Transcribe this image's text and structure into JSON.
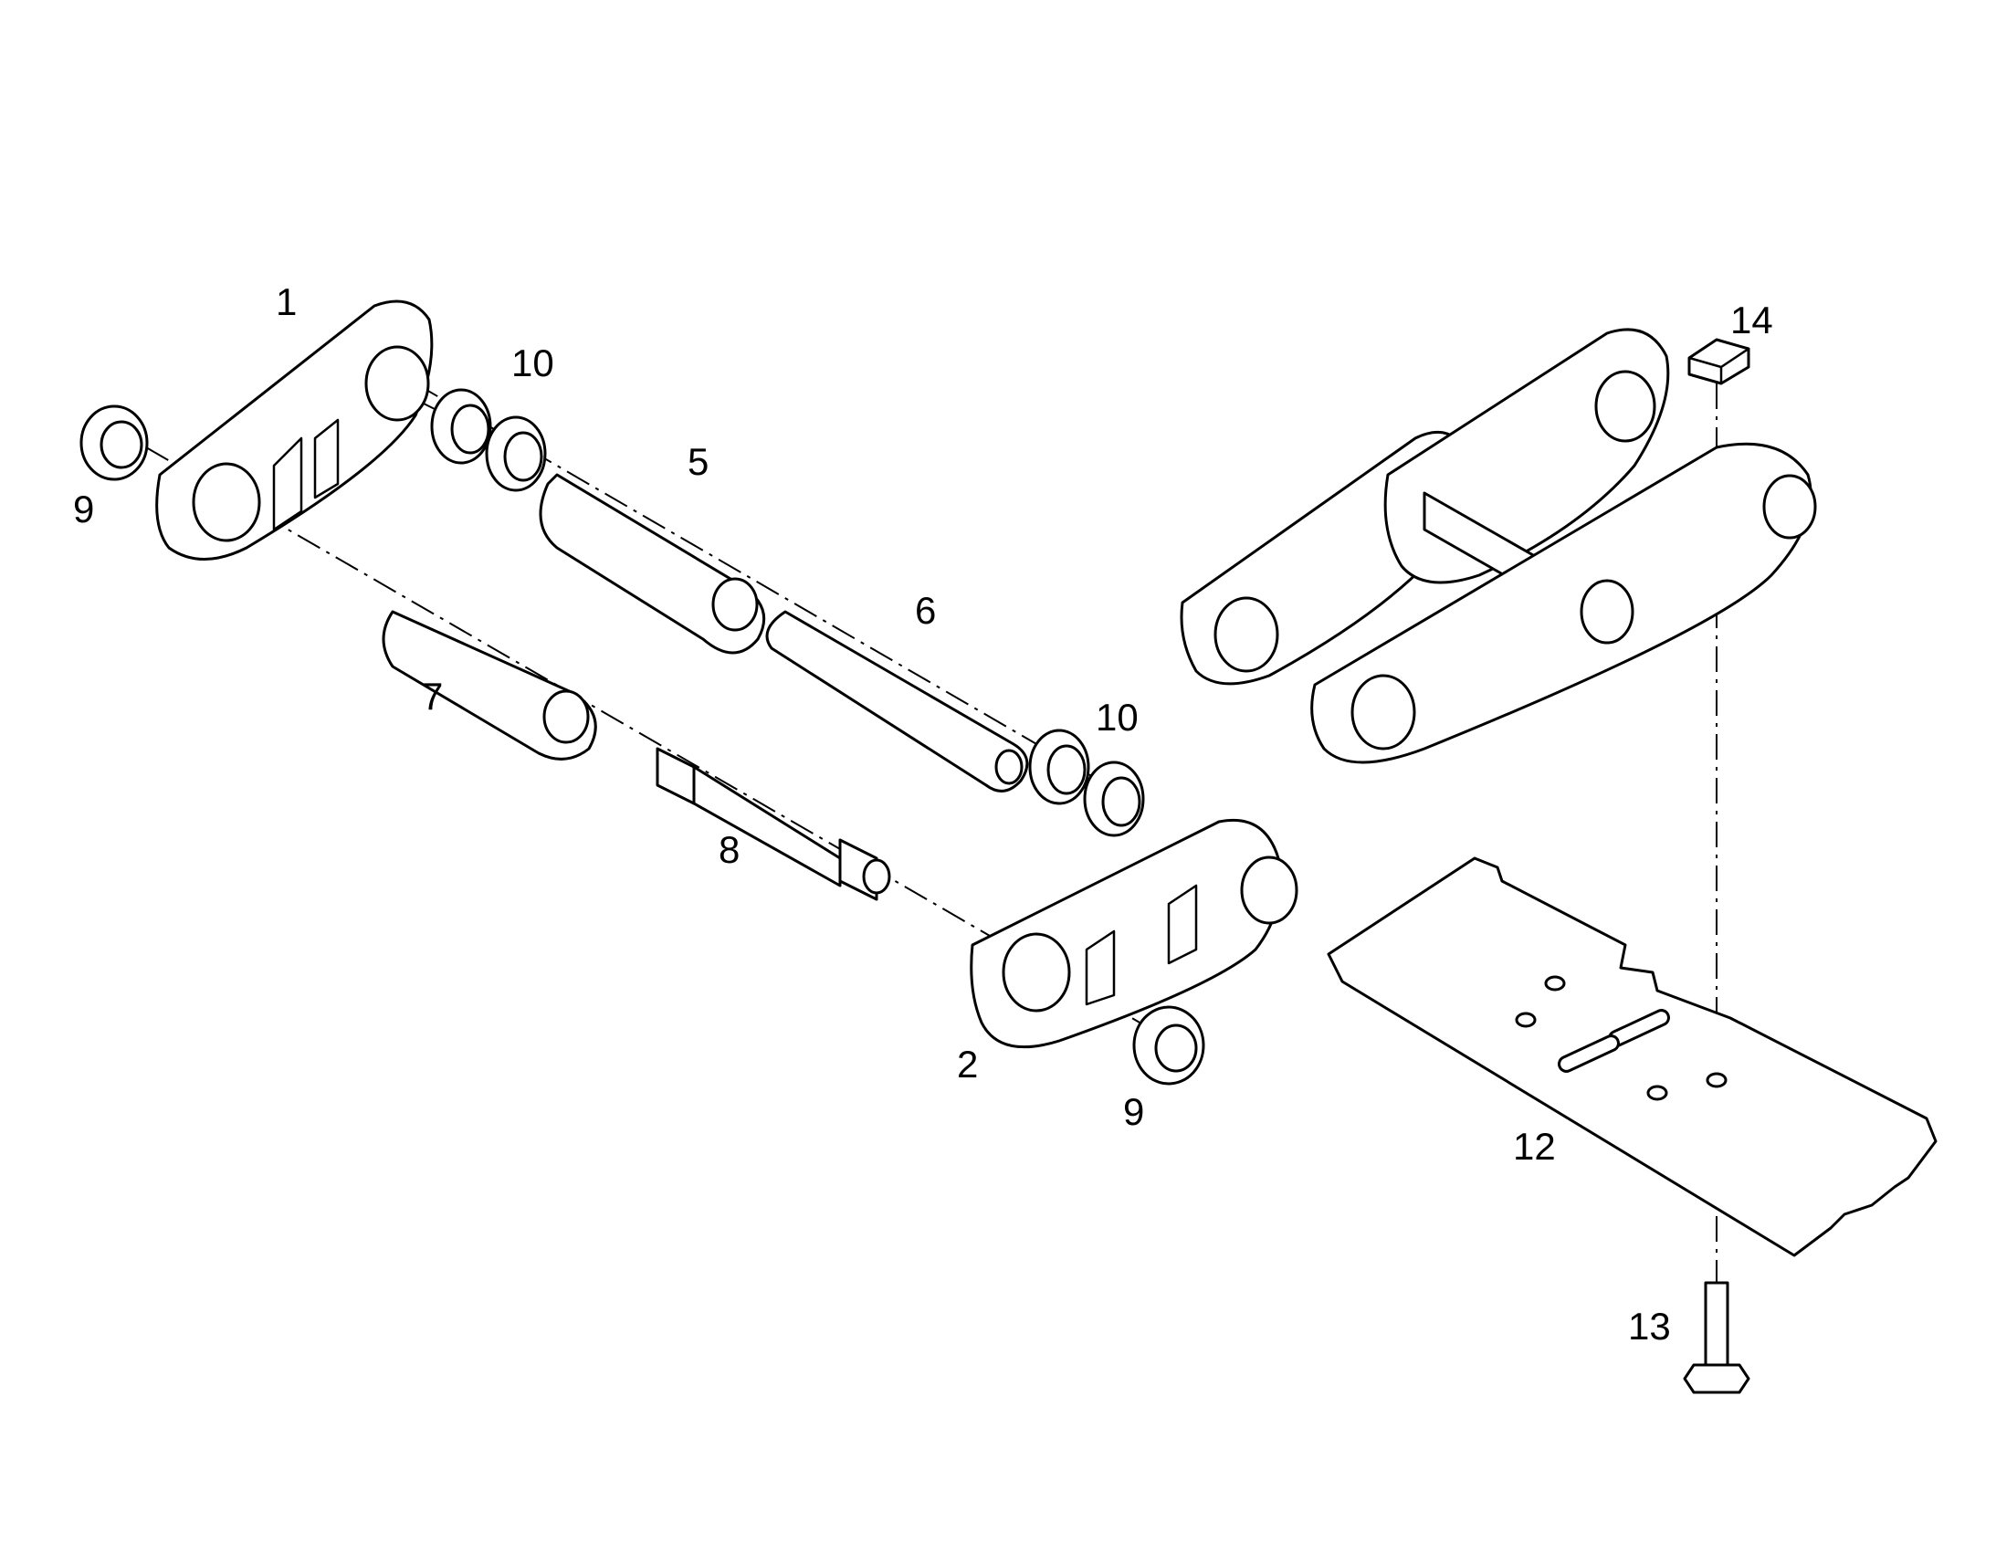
{
  "diagram": {
    "type": "exploded-parts-view",
    "callouts": [
      {
        "id": "c1",
        "label": "1"
      },
      {
        "id": "c2",
        "label": "2"
      },
      {
        "id": "c5",
        "label": "5"
      },
      {
        "id": "c6",
        "label": "6"
      },
      {
        "id": "c7",
        "label": "7"
      },
      {
        "id": "c8",
        "label": "8"
      },
      {
        "id": "c9a",
        "label": "9"
      },
      {
        "id": "c9b",
        "label": "9"
      },
      {
        "id": "c10a",
        "label": "10"
      },
      {
        "id": "c10b",
        "label": "10"
      },
      {
        "id": "c12",
        "label": "12"
      },
      {
        "id": "c13",
        "label": "13"
      },
      {
        "id": "c14",
        "label": "14"
      }
    ]
  }
}
